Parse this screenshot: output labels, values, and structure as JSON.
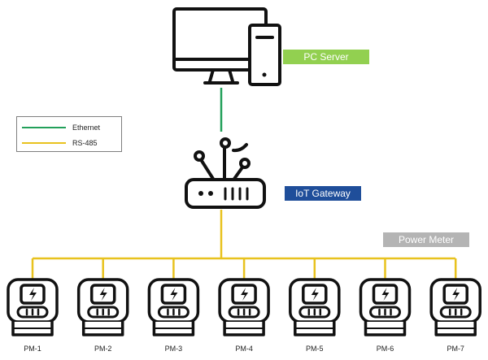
{
  "colors": {
    "ethernet": "#22a05a",
    "rs485": "#e8c21e",
    "pc_tag": "#92d050",
    "gateway_tag": "#1f4e9a",
    "meter_tag": "#b4b4b4",
    "icon_stroke": "#111111"
  },
  "nodes": {
    "pc_server": {
      "label": "PC Server",
      "icon": "desktop-computer-icon"
    },
    "iot_gateway": {
      "label": "IoT Gateway",
      "icon": "router-icon"
    },
    "power_meter_group": {
      "label": "Power Meter",
      "icon": "power-meter-icon"
    }
  },
  "legend": [
    {
      "name": "Ethernet",
      "color_key": "ethernet"
    },
    {
      "name": "RS-485",
      "color_key": "rs485"
    }
  ],
  "meters": [
    {
      "label": "PM-1"
    },
    {
      "label": "PM-2"
    },
    {
      "label": "PM-3"
    },
    {
      "label": "PM-4"
    },
    {
      "label": "PM-5"
    },
    {
      "label": "PM-6"
    },
    {
      "label": "PM-7"
    }
  ]
}
